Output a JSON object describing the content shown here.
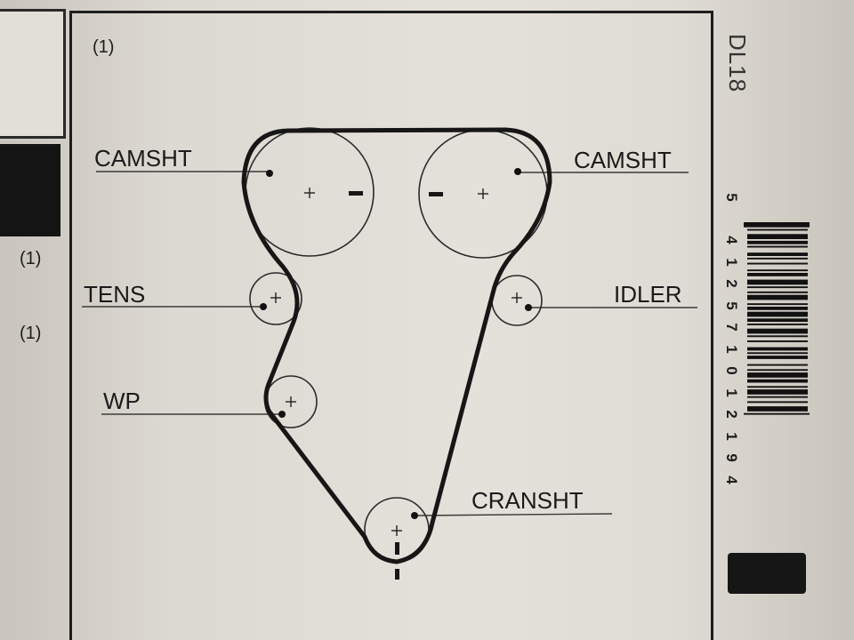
{
  "page": {
    "section_qty": "(1)",
    "left_qty_1": "(1)",
    "left_qty_2": "(1)",
    "part_code": "DL18",
    "barcode_digits": [
      "5",
      "4",
      "1",
      "2",
      "5",
      "7",
      "1",
      "0",
      "1",
      "2",
      "1",
      "9",
      "4"
    ]
  },
  "diagram": {
    "labels": {
      "camshaft_left": "CAMSHT",
      "camshaft_right": "CAMSHT",
      "tensioner": "TENS",
      "idler": "IDLER",
      "water_pump": "WP",
      "crankshaft": "CRANSHT"
    },
    "colors": {
      "ink": "#1a1a1a",
      "paper": "#e4e1db"
    }
  }
}
